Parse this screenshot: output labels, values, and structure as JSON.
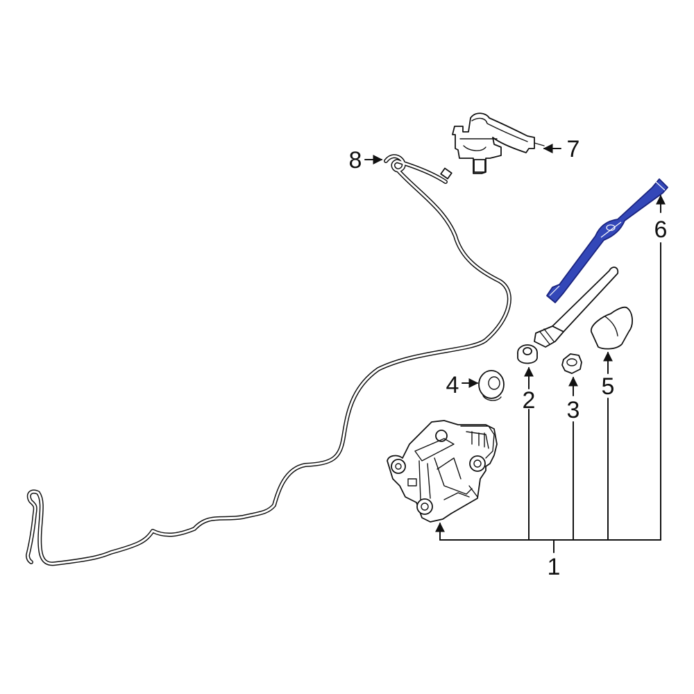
{
  "colors": {
    "line": "#111111",
    "background": "#ffffff",
    "highlight_fill": "#3347b8",
    "highlight_stroke": "#1a237e"
  },
  "callouts": [
    {
      "id": "1",
      "label": "1"
    },
    {
      "id": "2",
      "label": "2"
    },
    {
      "id": "3",
      "label": "3"
    },
    {
      "id": "4",
      "label": "4"
    },
    {
      "id": "5",
      "label": "5"
    },
    {
      "id": "6",
      "label": "6"
    },
    {
      "id": "7",
      "label": "7"
    },
    {
      "id": "8",
      "label": "8"
    }
  ],
  "parts": [
    {
      "callout": "1",
      "icon": "wiper-motor-icon"
    },
    {
      "callout": "2",
      "icon": "pivot-shaft-icon"
    },
    {
      "callout": "3",
      "icon": "nut-icon"
    },
    {
      "callout": "4",
      "icon": "grommet-icon"
    },
    {
      "callout": "5",
      "icon": "cap-icon"
    },
    {
      "callout": "6",
      "icon": "wiper-arm-icon",
      "highlighted": true
    },
    {
      "callout": "7",
      "icon": "washer-nozzle-icon"
    },
    {
      "callout": "8",
      "icon": "washer-hose-icon"
    }
  ]
}
